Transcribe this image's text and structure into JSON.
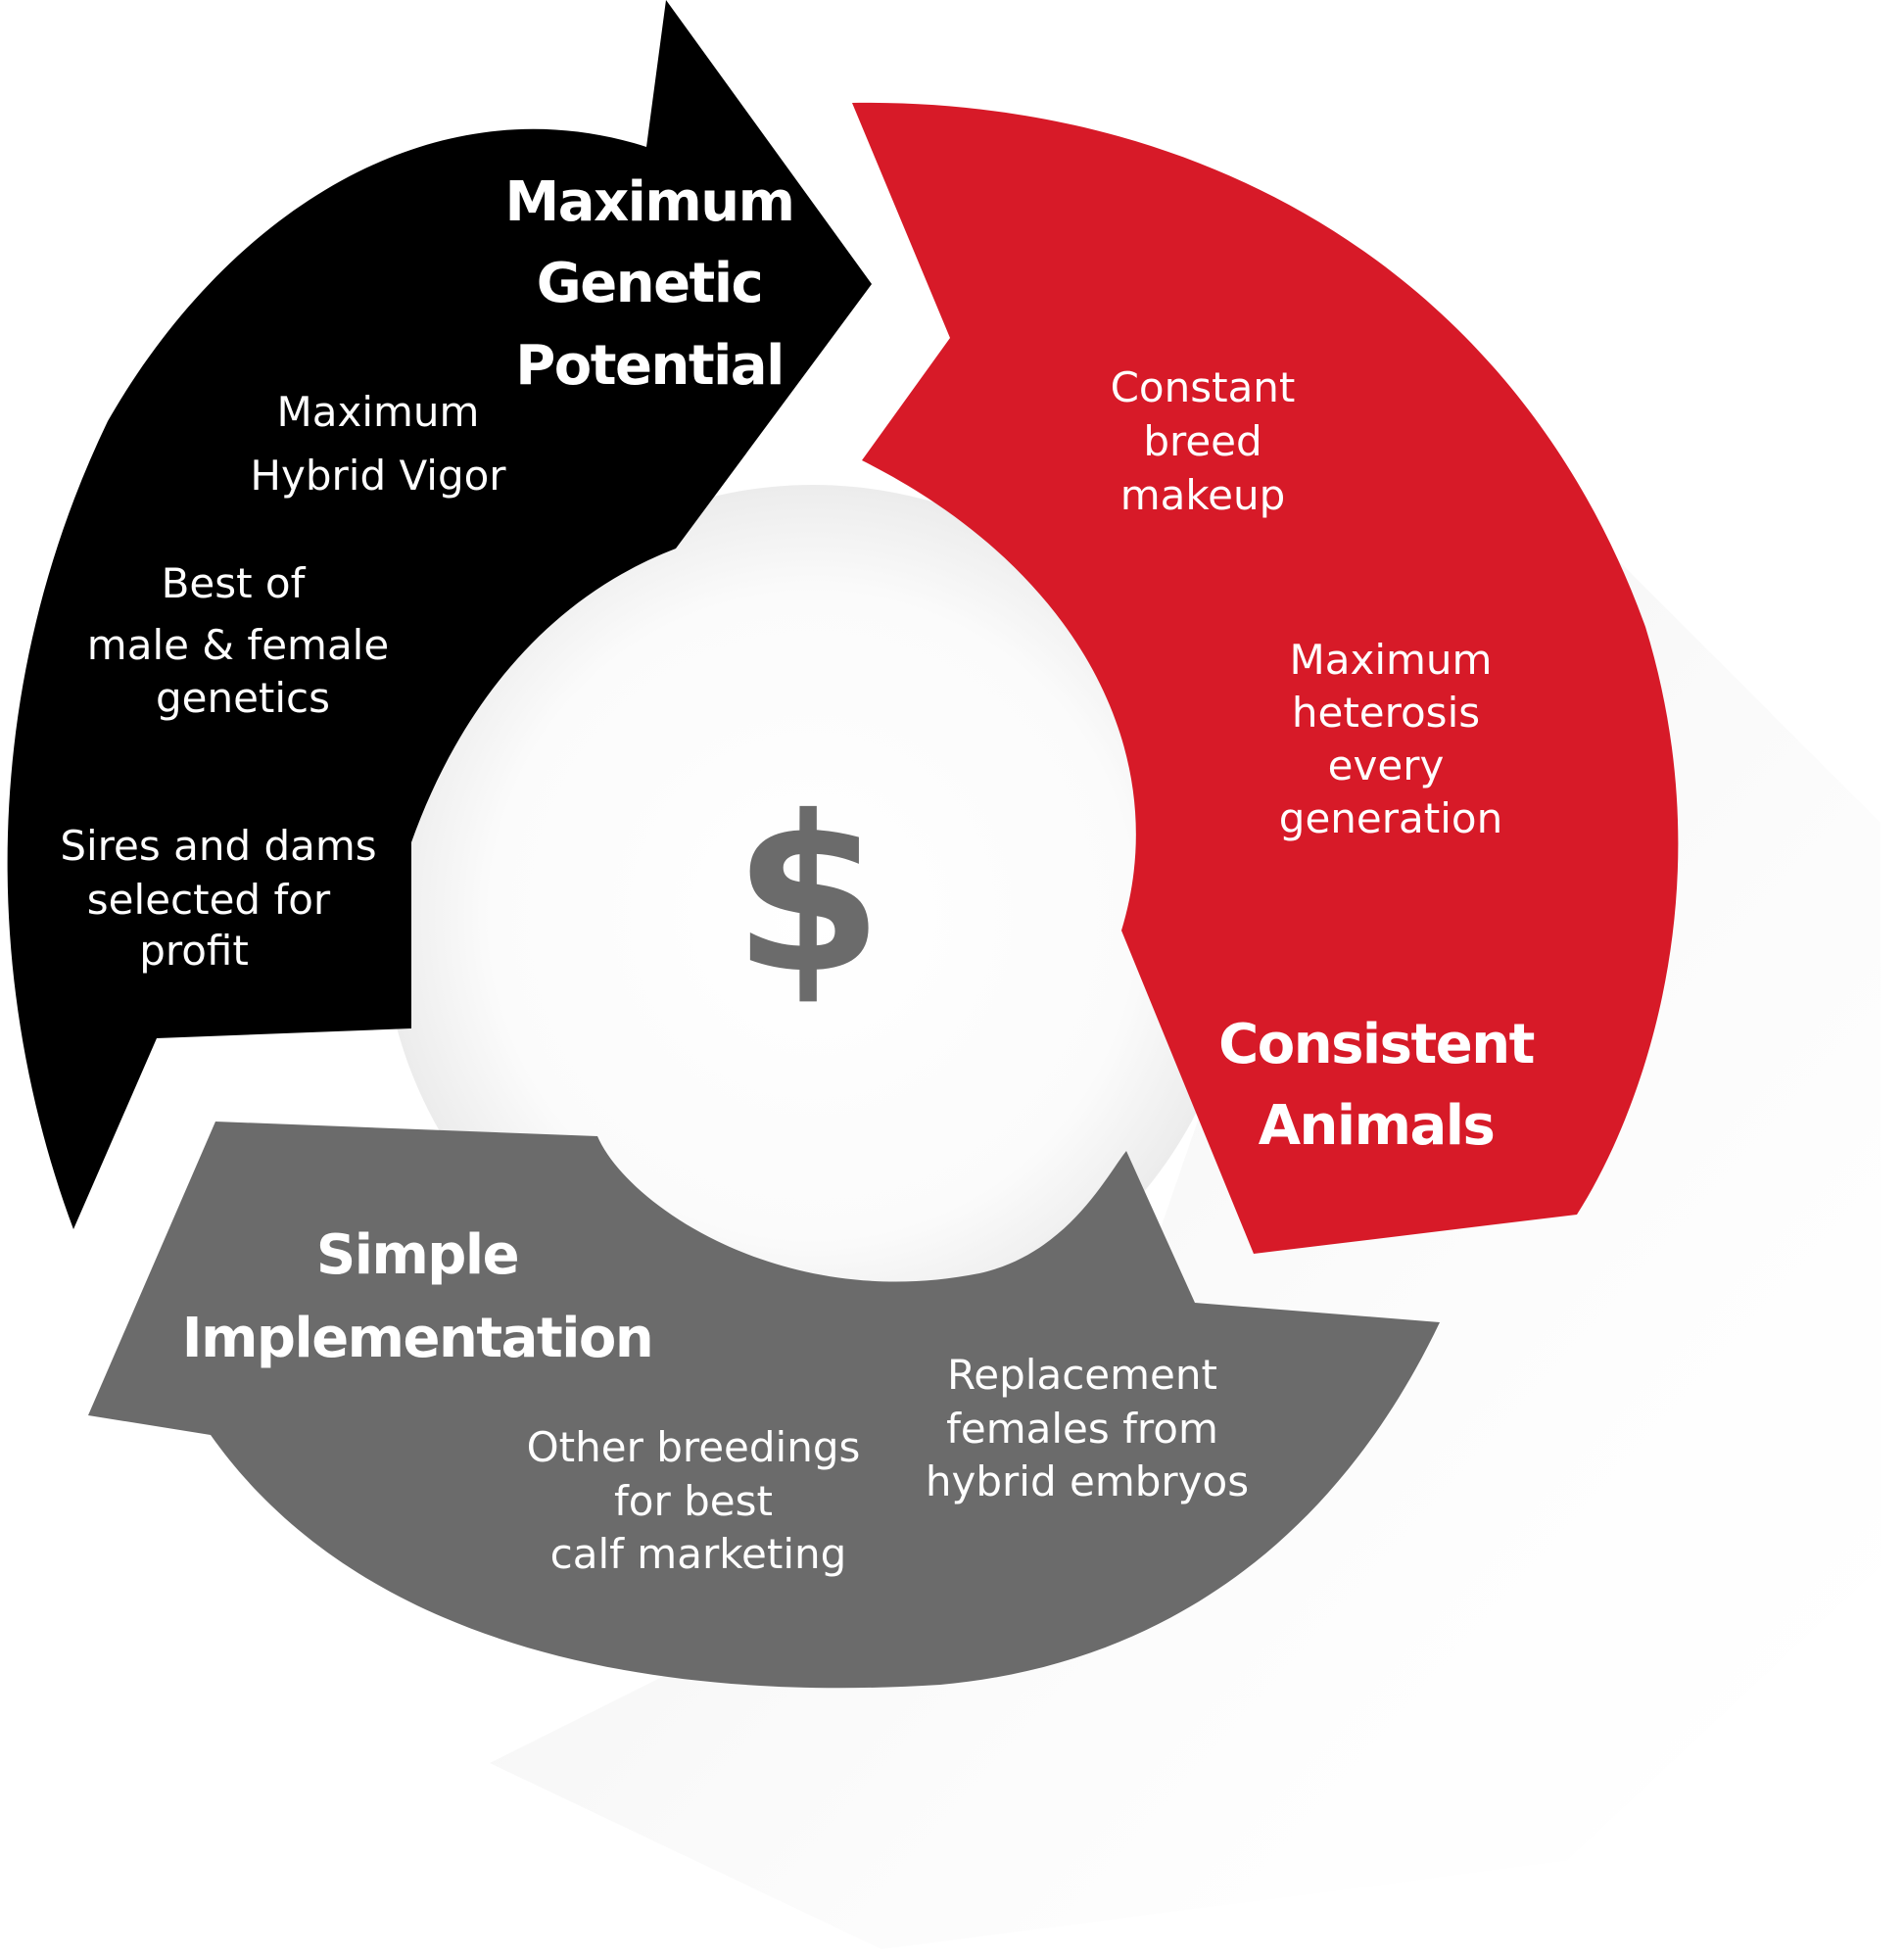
{
  "colors": {
    "black_segment": "#000000",
    "red_segment": "#d71a28",
    "gray_segment": "#6b6b6b",
    "dollar": "#6b6b6b",
    "text_light": "#ffffff",
    "shadow": "#e9e9e9"
  },
  "center": {
    "symbol": "$"
  },
  "segments": [
    {
      "id": "genetic",
      "title_lines": [
        "Maximum",
        "Genetic",
        "Potential"
      ],
      "items": [
        {
          "lines": [
            "Maximum",
            "Hybrid Vigor"
          ]
        },
        {
          "lines": [
            "Best of",
            "male & female",
            "genetics"
          ]
        },
        {
          "lines": [
            "Sires and dams",
            "selected for",
            "profit"
          ]
        }
      ]
    },
    {
      "id": "consistent",
      "title_lines": [
        "Consistent",
        "Animals"
      ],
      "items": [
        {
          "lines": [
            "Constant",
            "breed",
            "makeup"
          ]
        },
        {
          "lines": [
            "Maximum",
            "heterosis",
            "every",
            "generation"
          ]
        }
      ]
    },
    {
      "id": "simple",
      "title_lines": [
        "Simple",
        "Implementation"
      ],
      "items": [
        {
          "lines": [
            "Replacement",
            "females from",
            "hybrid embryos"
          ]
        },
        {
          "lines": [
            "Other breedings",
            "for best",
            "calf marketing"
          ]
        }
      ]
    }
  ]
}
